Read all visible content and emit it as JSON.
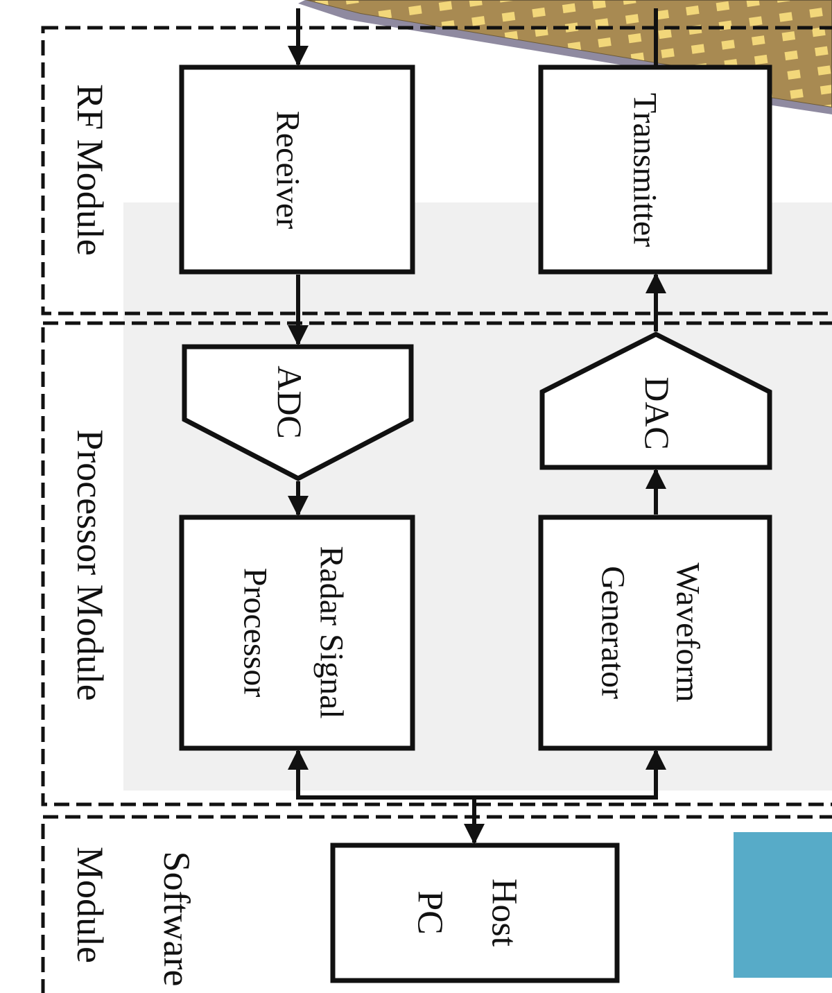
{
  "modules": {
    "rf": "RF Module",
    "processor": "Processor Module",
    "software_line1": "Software",
    "software_line2": "Module"
  },
  "blocks": {
    "receiver": "Receiver",
    "transmitter": "Transmitter",
    "adc": "ADC",
    "dac": "DAC",
    "rsp_line1": "Radar Signal",
    "rsp_line2": "Processor",
    "wg_line1": "Waveform",
    "wg_line2": "Generator",
    "host_line1": "Host",
    "host_line2": "PC"
  },
  "colors": {
    "line": "#111111",
    "panel": "#f0f0f0",
    "antenna_board": "#a88a52",
    "antenna_patch": "#f2d77a",
    "accent_box": "#57abc8"
  }
}
